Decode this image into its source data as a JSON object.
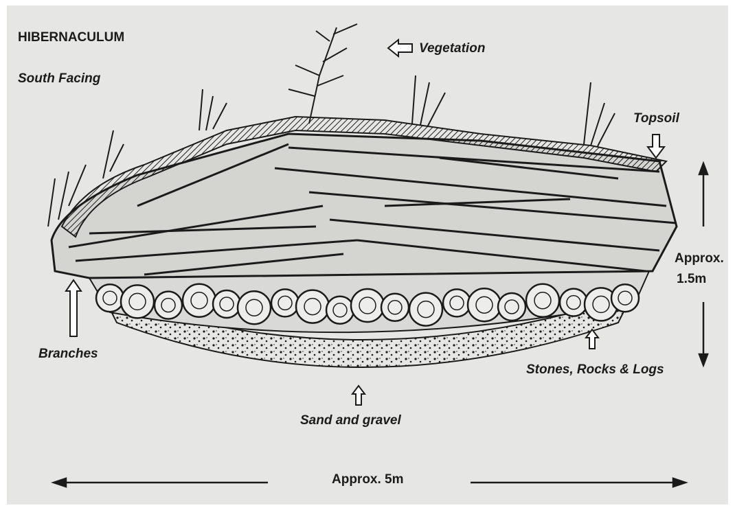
{
  "diagram": {
    "title": "HIBERNACULUM",
    "orientation": "South Facing",
    "labels": {
      "vegetation": "Vegetation",
      "topsoil": "Topsoil",
      "branches": "Branches",
      "stones": "Stones, Rocks & Logs",
      "sand": "Sand and gravel"
    },
    "dimensions": {
      "height_line1": "Approx.",
      "height_line2": "1.5m",
      "width": "Approx. 5m"
    },
    "colors": {
      "background": "#e6e7e4",
      "ink": "#1b1b1b"
    }
  }
}
